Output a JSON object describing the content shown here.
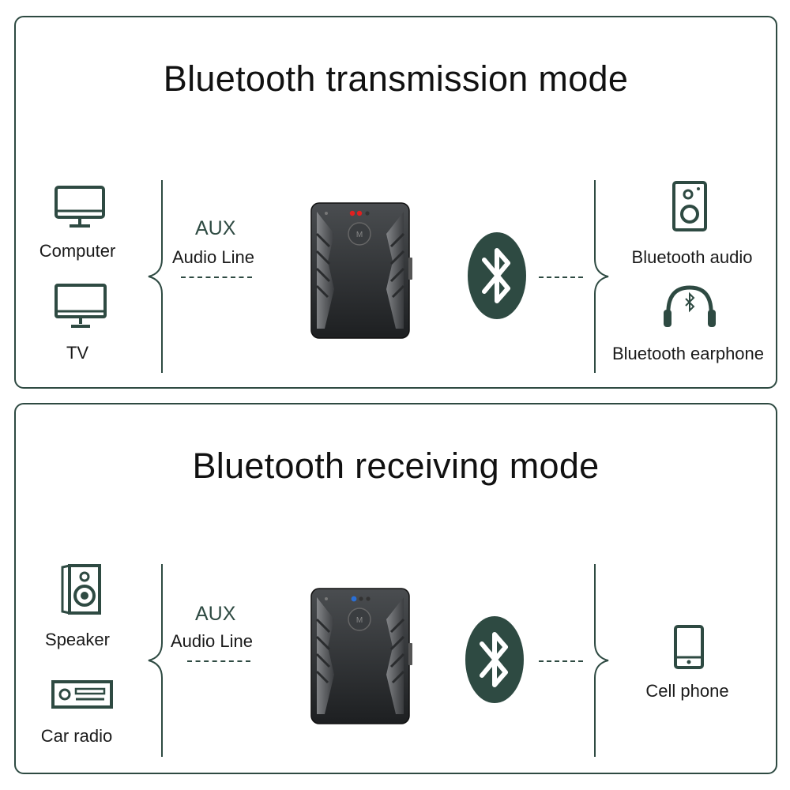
{
  "transmission": {
    "title": "Bluetooth transmission mode",
    "sources": [
      {
        "label": "Computer",
        "icon": "computer-monitor-icon"
      },
      {
        "label": "TV",
        "icon": "tv-icon"
      }
    ],
    "aux_label": "AUX",
    "line_label": "Audio Line",
    "device_led_color": "#e02020",
    "targets": [
      {
        "label": "Bluetooth audio",
        "icon": "speaker-icon"
      },
      {
        "label": "Bluetooth earphone",
        "icon": "headphones-icon"
      }
    ]
  },
  "receiving": {
    "title": "Bluetooth receiving mode",
    "sources": [
      {
        "label": "Speaker",
        "icon": "speaker-icon"
      },
      {
        "label": "Car radio",
        "icon": "car-radio-icon"
      }
    ],
    "aux_label": "AUX",
    "line_label": "Audio Line",
    "device_led_color": "#2a6fd6",
    "targets": [
      {
        "label": "Cell phone",
        "icon": "cell-phone-icon"
      }
    ]
  },
  "colors": {
    "accent": "#2e4a42",
    "bluetooth_badge": "#2e4a42"
  }
}
